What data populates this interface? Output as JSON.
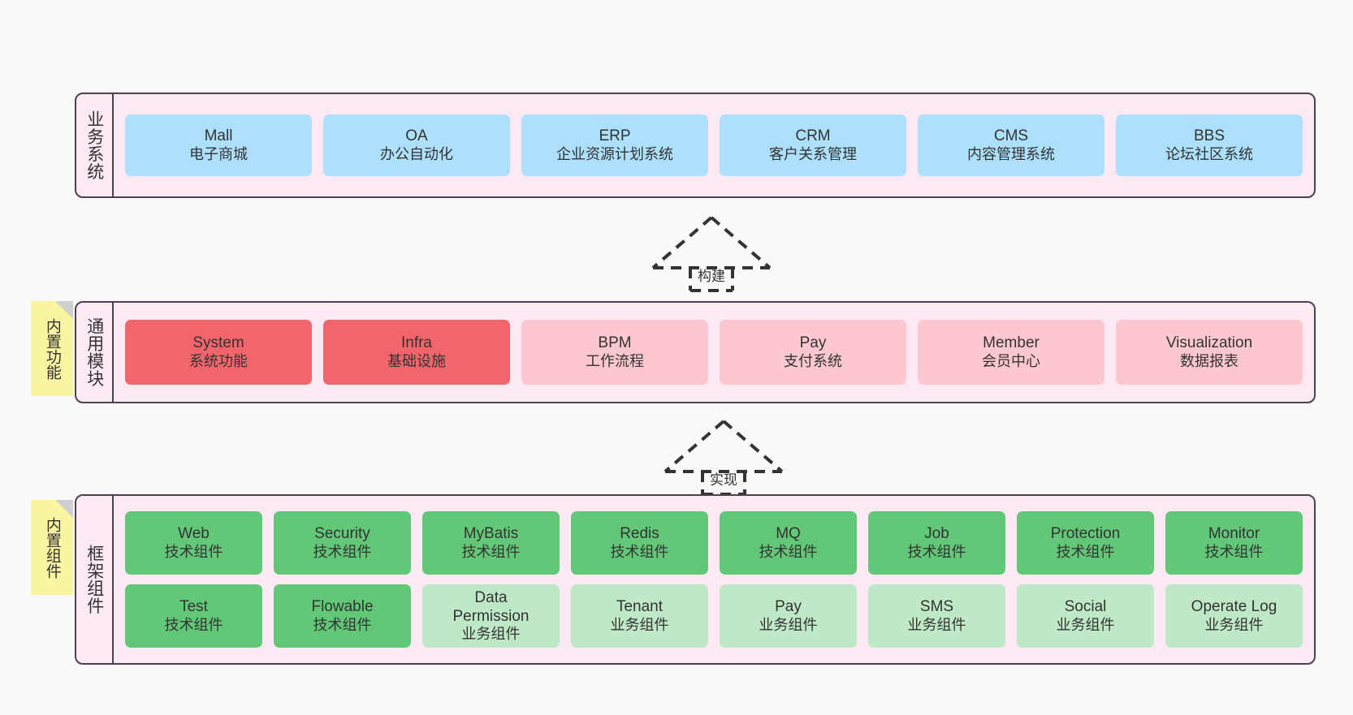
{
  "diagram": {
    "title": "ruoyi-vue-pro architecture layers",
    "colors": {
      "background": "#f9f9f9",
      "band_fill": "#fbeaf4",
      "band_border": "#4d4050",
      "business": "#ace0fc",
      "module_active": "#f2656a",
      "module_inactive": "#fcc7cf",
      "tech_component": "#62c878",
      "business_component": "#bfe9c6",
      "note": "#faf5a0",
      "note_fold": "#cfcfcf"
    }
  },
  "layers": [
    {
      "id": "business-system",
      "title": "业务系统",
      "note": null,
      "rows": [
        {
          "cards": [
            {
              "name": "Mall",
              "sub": "电子商城",
              "style": "c-blue"
            },
            {
              "name": "OA",
              "sub": "办公自动化",
              "style": "c-blue"
            },
            {
              "name": "ERP",
              "sub": "企业资源计划系统",
              "style": "c-blue"
            },
            {
              "name": "CRM",
              "sub": "客户关系管理",
              "style": "c-blue"
            },
            {
              "name": "CMS",
              "sub": "内容管理系统",
              "style": "c-blue"
            },
            {
              "name": "BBS",
              "sub": "论坛社区系统",
              "style": "c-blue"
            }
          ]
        }
      ]
    },
    {
      "id": "common-module",
      "title": "通用模块",
      "note": "内置功能",
      "rows": [
        {
          "cards": [
            {
              "name": "System",
              "sub": "系统功能",
              "style": "c-red"
            },
            {
              "name": "Infra",
              "sub": "基础设施",
              "style": "c-red"
            },
            {
              "name": "BPM",
              "sub": "工作流程",
              "style": "c-pink"
            },
            {
              "name": "Pay",
              "sub": "支付系统",
              "style": "c-pink"
            },
            {
              "name": "Member",
              "sub": "会员中心",
              "style": "c-pink"
            },
            {
              "name": "Visualization",
              "sub": "数据报表",
              "style": "c-pink"
            }
          ]
        }
      ]
    },
    {
      "id": "framework-component",
      "title": "框架组件",
      "note": "内置组件",
      "rows": [
        {
          "cards": [
            {
              "name": "Web",
              "sub": "技术组件",
              "style": "c-green"
            },
            {
              "name": "Security",
              "sub": "技术组件",
              "style": "c-green"
            },
            {
              "name": "MyBatis",
              "sub": "技术组件",
              "style": "c-green"
            },
            {
              "name": "Redis",
              "sub": "技术组件",
              "style": "c-green"
            },
            {
              "name": "MQ",
              "sub": "技术组件",
              "style": "c-green"
            },
            {
              "name": "Job",
              "sub": "技术组件",
              "style": "c-green"
            },
            {
              "name": "Protection",
              "sub": "技术组件",
              "style": "c-green"
            },
            {
              "name": "Monitor",
              "sub": "技术组件",
              "style": "c-green"
            }
          ]
        },
        {
          "cards": [
            {
              "name": "Test",
              "sub": "技术组件",
              "style": "c-green"
            },
            {
              "name": "Flowable",
              "sub": "技术组件",
              "style": "c-green"
            },
            {
              "name": "Data Permission",
              "sub": "业务组件",
              "style": "c-lightgreen"
            },
            {
              "name": "Tenant",
              "sub": "业务组件",
              "style": "c-lightgreen"
            },
            {
              "name": "Pay",
              "sub": "业务组件",
              "style": "c-lightgreen"
            },
            {
              "name": "SMS",
              "sub": "业务组件",
              "style": "c-lightgreen"
            },
            {
              "name": "Social",
              "sub": "业务组件",
              "style": "c-lightgreen"
            },
            {
              "name": "Operate Log",
              "sub": "业务组件",
              "style": "c-lightgreen"
            }
          ]
        }
      ]
    }
  ],
  "connectors": [
    {
      "id": "build",
      "label": "构建",
      "from": "common-module",
      "to": "business-system"
    },
    {
      "id": "implement",
      "label": "实现",
      "from": "framework-component",
      "to": "common-module"
    }
  ]
}
